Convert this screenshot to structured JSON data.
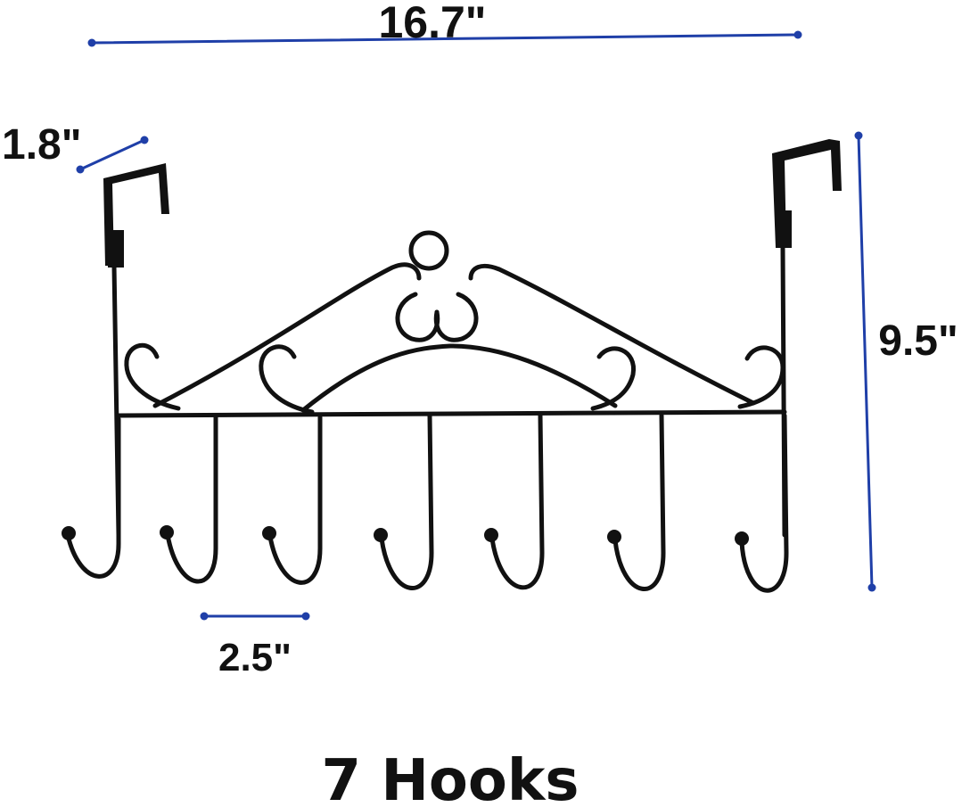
{
  "product": {
    "dimensions": {
      "width": "16.7\"",
      "depth": "1.8\"",
      "height": "9.5\"",
      "hook_spacing": "2.5\""
    },
    "caption": "7 Hooks",
    "hook_count": 7
  },
  "colors": {
    "dimension_line": "#1f3fa8",
    "metal": "#111111",
    "text": "#111111",
    "background": "#ffffff"
  }
}
